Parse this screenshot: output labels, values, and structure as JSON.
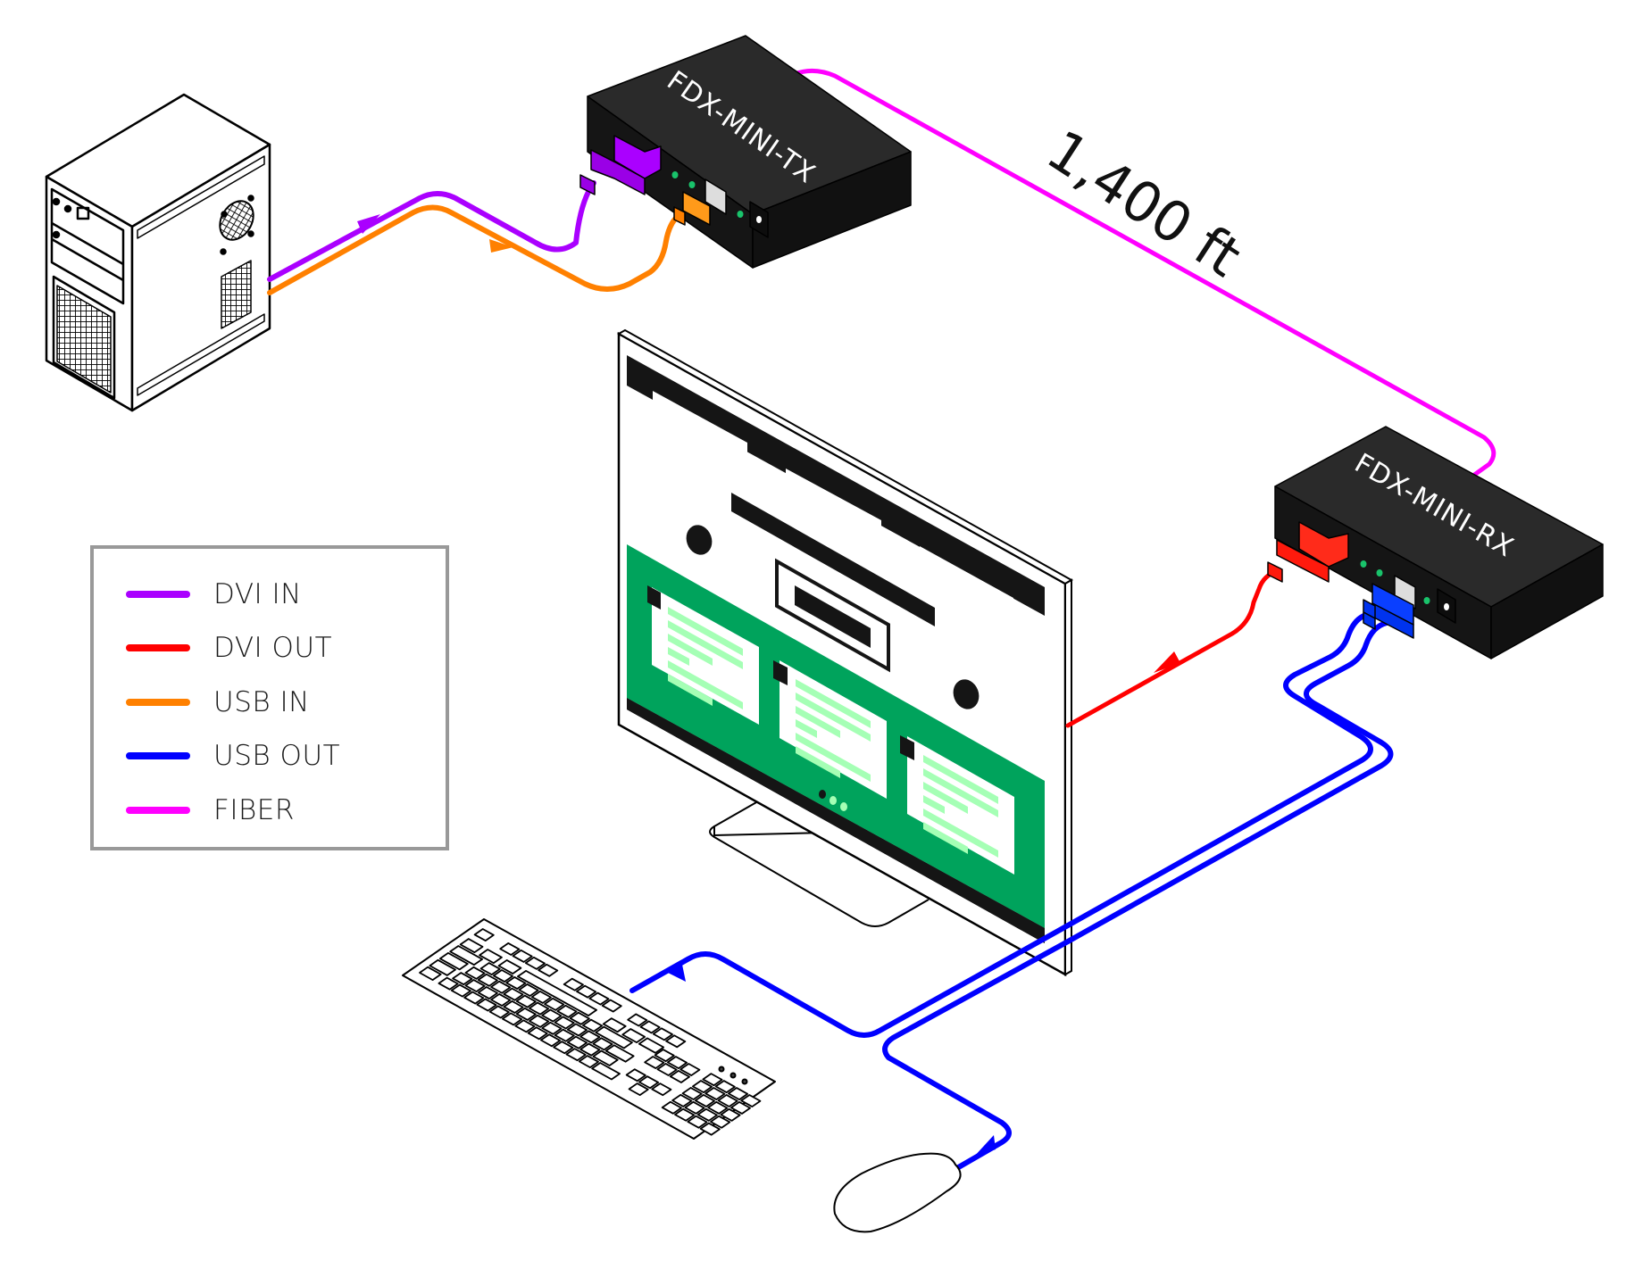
{
  "diagram": {
    "title": "FDX-MINI fiber KVM extender connection diagram",
    "devices": {
      "transmitter": {
        "label": "FDX-MINI-TX"
      },
      "receiver": {
        "label": "FDX-MINI-RX"
      },
      "source_computer": {
        "name": "Computer tower"
      },
      "display": {
        "name": "Monitor"
      },
      "keyboard": {
        "name": "Keyboard"
      },
      "mouse": {
        "name": "Mouse"
      }
    },
    "distance_label": "1,400 ft",
    "legend": {
      "items": [
        {
          "label": "DVI IN",
          "color": "#aa00ff"
        },
        {
          "label": "DVI OUT",
          "color": "#ff0000"
        },
        {
          "label": "USB IN",
          "color": "#ff8000"
        },
        {
          "label": "USB OUT",
          "color": "#0000ff"
        },
        {
          "label": "FIBER",
          "color": "#ff00ff"
        }
      ]
    },
    "colors": {
      "dvi_in": "#aa00ff",
      "dvi_out": "#ff0000",
      "usb_in": "#ff8000",
      "usb_out": "#0000ff",
      "fiber": "#ff00ff",
      "device_body": "#151515",
      "screen_green": "#00a35c",
      "screen_text_light": "#a5ffb5",
      "led_green": "#19c36b"
    },
    "connections": [
      {
        "from": "Computer tower",
        "to": "FDX-MINI-TX",
        "type": "DVI IN"
      },
      {
        "from": "Computer tower",
        "to": "FDX-MINI-TX",
        "type": "USB IN"
      },
      {
        "from": "FDX-MINI-TX",
        "to": "FDX-MINI-RX",
        "type": "FIBER",
        "distance": "1,400 ft"
      },
      {
        "from": "FDX-MINI-RX",
        "to": "Monitor",
        "type": "DVI OUT"
      },
      {
        "from": "FDX-MINI-RX",
        "to": "Keyboard",
        "type": "USB OUT"
      },
      {
        "from": "FDX-MINI-RX",
        "to": "Mouse",
        "type": "USB OUT"
      }
    ]
  }
}
